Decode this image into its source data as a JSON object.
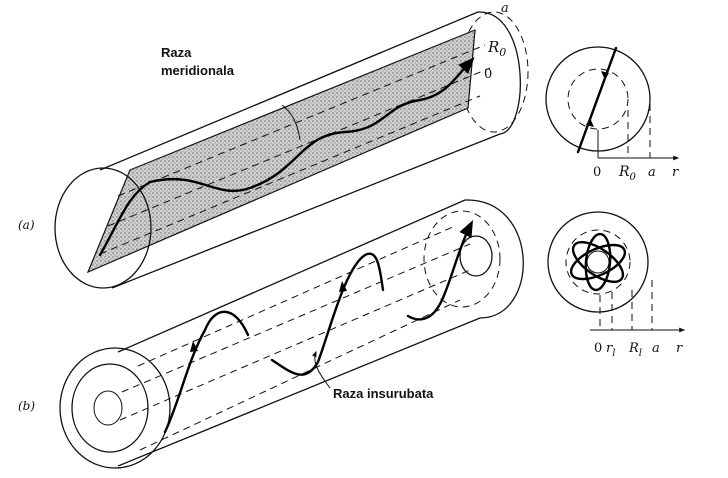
{
  "labels": {
    "meridional": [
      "Raza",
      "meridionala"
    ],
    "helical": "Raza insurubata",
    "part_a": "(a)",
    "part_b": "(b)"
  },
  "axis_a": {
    "zero": "0",
    "r0": "R",
    "r0_sub": "0",
    "a": "a",
    "r": "r"
  },
  "axis_b": {
    "zero": "0",
    "rl": "r",
    "rl_sub": "l",
    "Rl": "R",
    "Rl_sub": "l",
    "a": "a",
    "r": "r"
  },
  "fiber_a": {
    "a": "a",
    "R0": "R",
    "R0_sub": "0",
    "zero": "0"
  }
}
